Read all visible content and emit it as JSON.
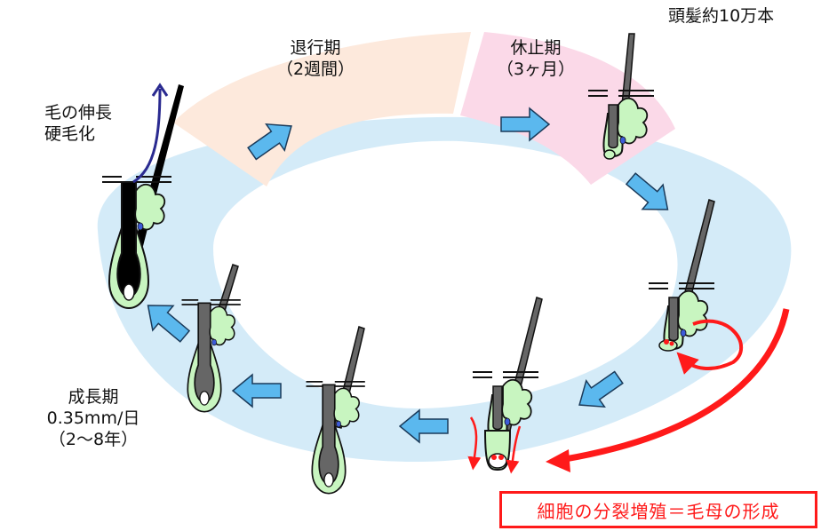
{
  "title": "頭髪約10万本",
  "phases": {
    "anagen": {
      "line1": "成長期",
      "line2": "0.35mm/日",
      "line3": "（2～8年）"
    },
    "catagen": {
      "line1": "退行期",
      "line2": "（2週間）"
    },
    "telogen": {
      "line1": "休止期",
      "line2": "（3ヶ月）"
    }
  },
  "growth_note": {
    "line1": "毛の伸長",
    "line2": "硬毛化"
  },
  "formation_note": "細胞の分裂増殖＝毛母の形成",
  "colors": {
    "anagen_band": "#d4ebf8",
    "catagen_band": "#fde9dc",
    "telogen_band": "#fbd9e8",
    "arrow_blue": "#5bb8ee",
    "arrow_outline": "#1a3a5a",
    "follicle_green": "#c8f5c0",
    "hair_gray": "#666666",
    "hair_black": "#000000",
    "accent_red": "#ff1a1a",
    "growth_arrow": "#2a2a90"
  }
}
